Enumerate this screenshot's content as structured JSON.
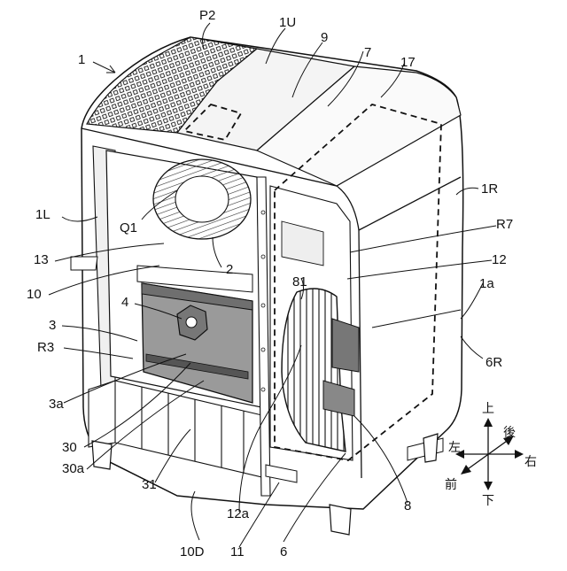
{
  "labels": {
    "l1": "1",
    "P2": "P2",
    "1U": "1U",
    "9": "9",
    "7": "7",
    "17": "17",
    "1L": "1L",
    "1R": "1R",
    "Q1": "Q1",
    "R7": "R7",
    "13": "13",
    "2": "2",
    "12": "12",
    "10": "10",
    "81": "81",
    "1a": "1a",
    "4": "4",
    "3": "3",
    "R3": "R3",
    "6R": "6R",
    "3a": "3a",
    "30": "30",
    "30a": "30a",
    "31": "31",
    "12a": "12a",
    "8": "8",
    "10D": "10D",
    "11": "11",
    "6": "6"
  },
  "compass": {
    "up": "上",
    "back": "後",
    "left": "左",
    "right": "右",
    "front": "前",
    "down": "下"
  },
  "colors": {
    "stroke": "#111111",
    "panel": "#c8c8c8",
    "panel_dark": "#8c8c8c",
    "filter": "#a8a8a8"
  }
}
